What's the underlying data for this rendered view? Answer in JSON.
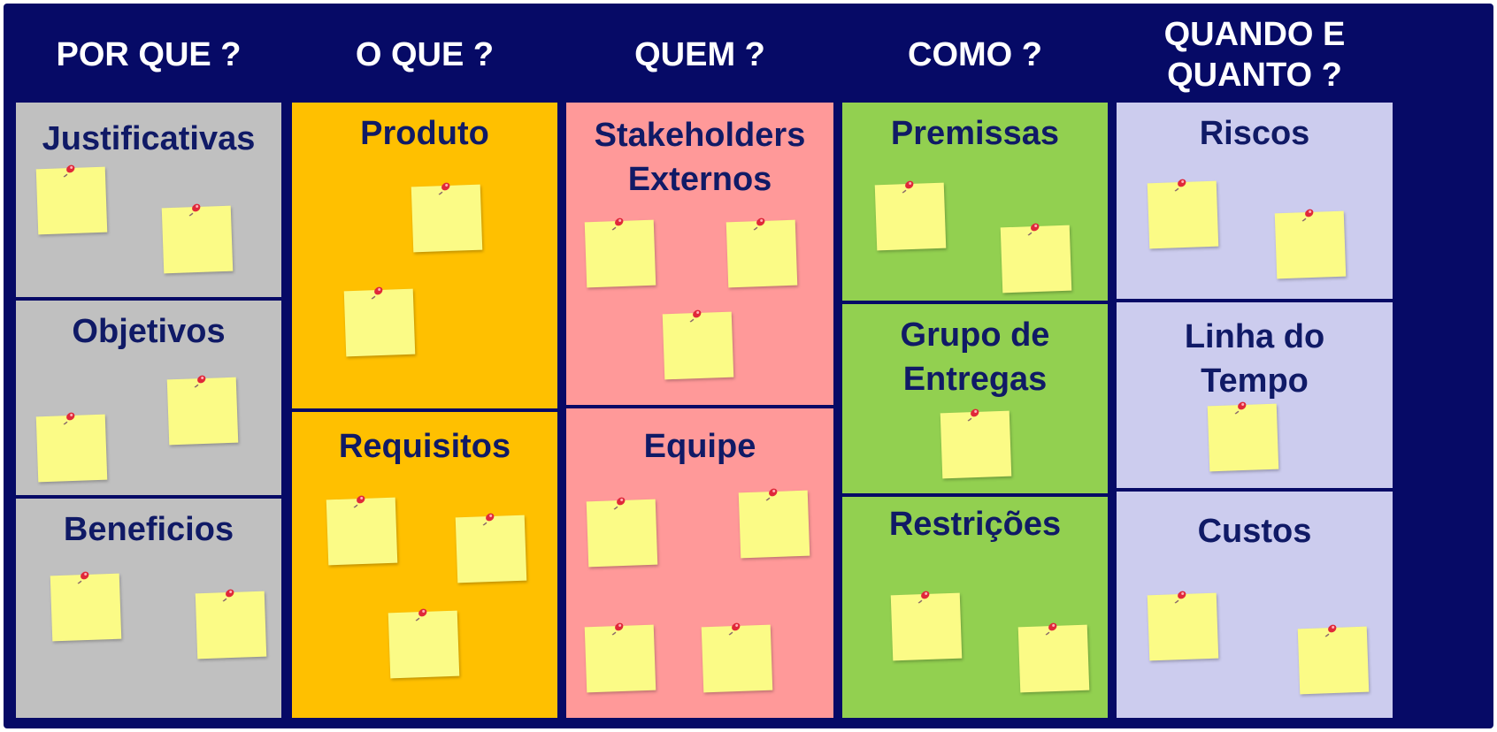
{
  "board": {
    "colors": {
      "frame": "#060a66",
      "header_text": "#ffffff",
      "panel_text": "#101a66",
      "note": "#fbfb86",
      "pin": "#e0283a"
    },
    "columns": [
      {
        "header": "POR QUE ?",
        "color": "#c0c0c0",
        "sections": [
          {
            "title": "Justificativas",
            "notes": 2
          },
          {
            "title": "Objetivos",
            "notes": 2
          },
          {
            "title": "Beneficios",
            "notes": 2
          }
        ]
      },
      {
        "header": "O QUE ?",
        "color": "#ffc000",
        "sections": [
          {
            "title": "Produto",
            "notes": 2
          },
          {
            "title": "Requisitos",
            "notes": 3
          }
        ]
      },
      {
        "header": "QUEM ?",
        "color": "#ff9999",
        "sections": [
          {
            "title": "Stakeholders\nExternos",
            "notes": 3
          },
          {
            "title": "Equipe",
            "notes": 4
          }
        ]
      },
      {
        "header": "COMO ?",
        "color": "#92d050",
        "sections": [
          {
            "title": "Premissas",
            "notes": 2
          },
          {
            "title": "Grupo de\nEntregas",
            "notes": 1
          },
          {
            "title": "Restrições",
            "notes": 2
          }
        ]
      },
      {
        "header": "QUANDO  E\nQUANTO  ?",
        "color": "#ccccee",
        "sections": [
          {
            "title": "Riscos",
            "notes": 2
          },
          {
            "title": "Linha do\nTempo",
            "notes": 1
          },
          {
            "title": "Custos",
            "notes": 2
          }
        ]
      }
    ]
  }
}
